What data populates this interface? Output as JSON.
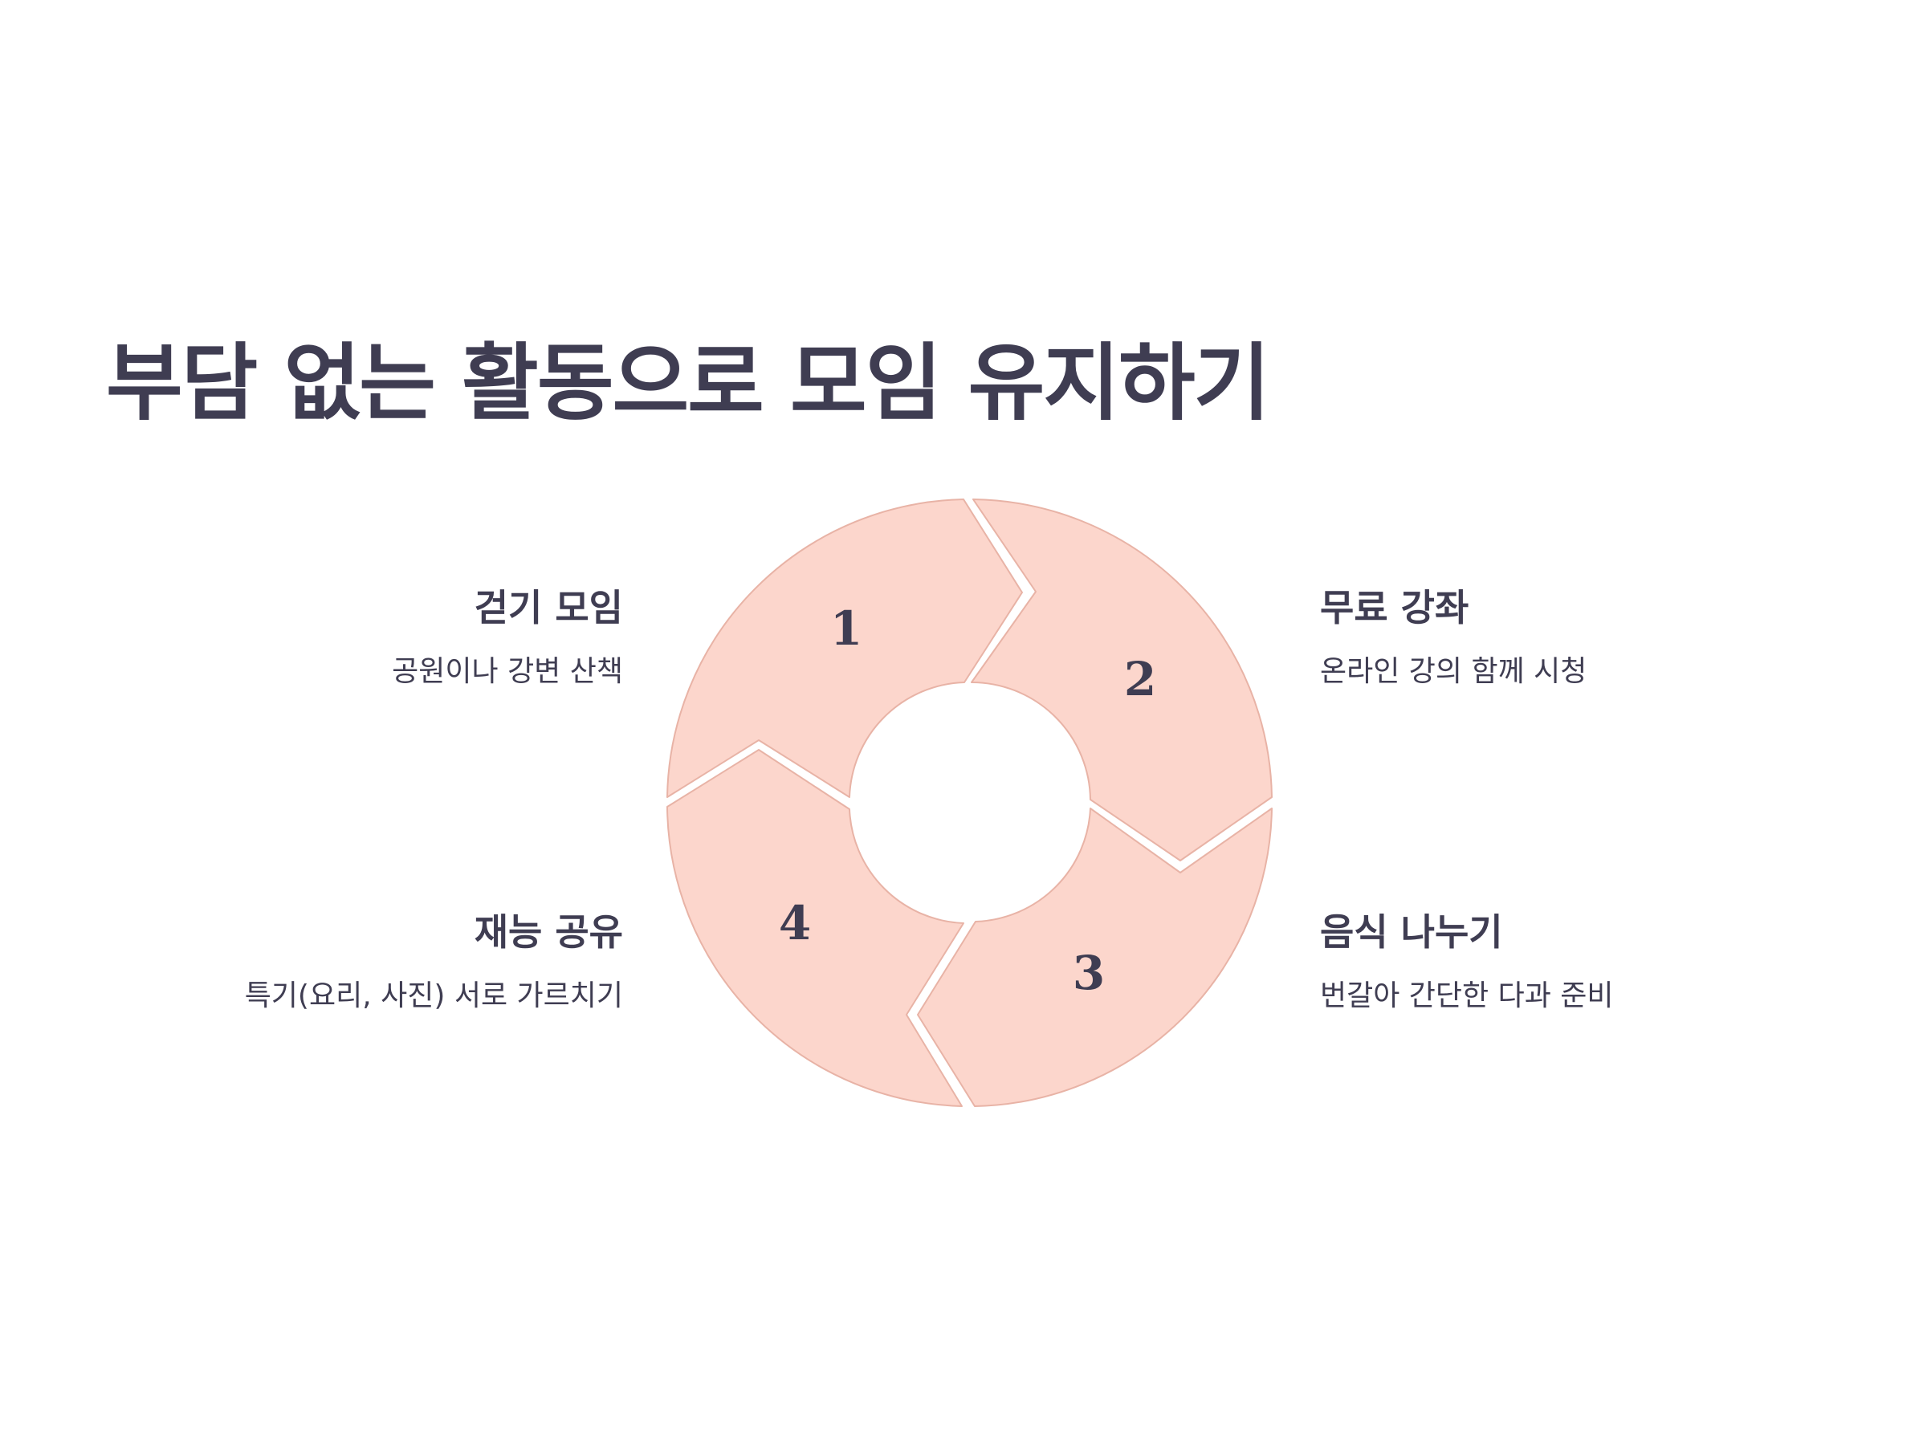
{
  "title": "부담 없는 활동으로 모임 유지하기",
  "colors": {
    "segment_fill": "#fcd6cc",
    "segment_stroke": "#e8b3a6",
    "text": "#3f3d52",
    "background": "#ffffff"
  },
  "steps": [
    {
      "number": "1",
      "title": "걷기 모임",
      "description": "공원이나 강변 산책"
    },
    {
      "number": "2",
      "title": "무료 강좌",
      "description": "온라인 강의 함께 시청"
    },
    {
      "number": "3",
      "title": "음식 나누기",
      "description": "번갈아 간단한 다과 준비"
    },
    {
      "number": "4",
      "title": "재능 공유",
      "description": "특기(요리, 사진) 서로 가르치기"
    }
  ]
}
